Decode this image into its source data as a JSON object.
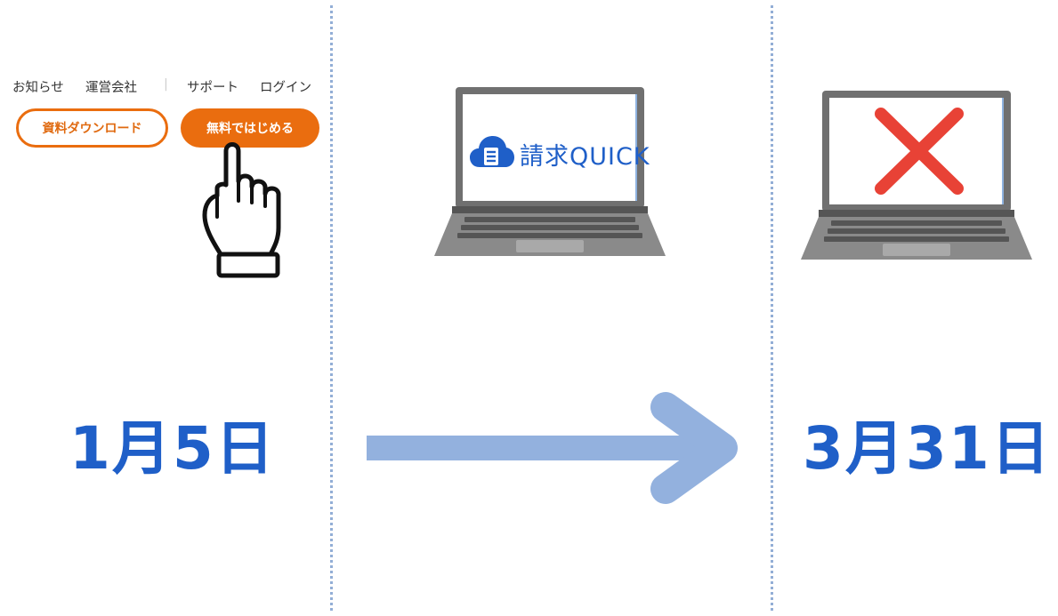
{
  "nav": {
    "items": [
      "お知らせ",
      "運営会社",
      "サポート",
      "ログイン"
    ],
    "separator": "|"
  },
  "buttons": {
    "download_label": "資料ダウンロード",
    "start_label": "無料ではじめる"
  },
  "logo": {
    "text": "請求QUICK"
  },
  "dates": {
    "start": "1月5日",
    "end": "3月31日"
  },
  "colors": {
    "brand_orange": "#ea6d0f",
    "date_blue": "#1f5fc8",
    "arrow_blue": "#93b1de",
    "cross_red": "#e84236",
    "logo_blue": "#1f5fc8"
  },
  "icons": {
    "pointer": "pointing-hand-icon",
    "laptop_on": "laptop-icon",
    "laptop_off": "laptop-icon",
    "cross": "cross-icon",
    "arrow": "arrow-right-icon"
  }
}
